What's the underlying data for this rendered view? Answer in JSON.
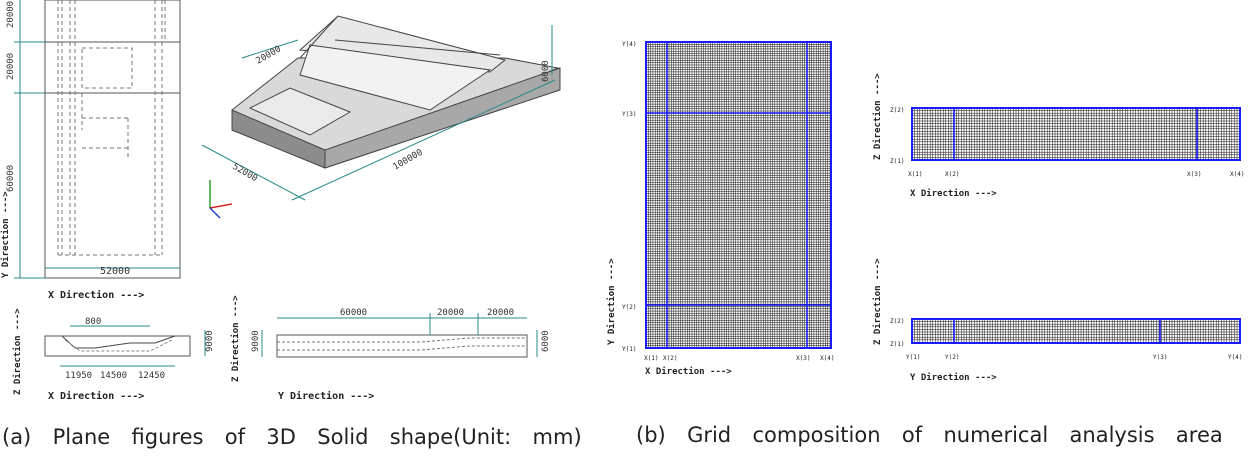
{
  "panel_a": {
    "caption": "(a)  Plane  figures  of  3D  Solid  shape(Unit:  mm)",
    "dims": {
      "top1": "20000",
      "top2": "20000",
      "left": "60000",
      "width": "52000",
      "iso_a": "20000",
      "iso_b": "52000",
      "iso_c": "100000",
      "iso_h": "6000",
      "sec_top": "800",
      "sec_b1": "11950",
      "sec_b2": "14500",
      "sec_b3": "12450",
      "sec_h": "9000",
      "long1": "60000",
      "long2": "20000",
      "long3": "20000",
      "long_h": "9000",
      "long_h2": "6000"
    },
    "axis_labels": {
      "x_dir": "X Direction --->",
      "y_dir": "Y Direction --->",
      "z_dir": "Z Direction --->",
      "x_dir2": "X Direction --->",
      "y_dir2": "Y Direction --->",
      "z_dir2": "Z Direction --->"
    }
  },
  "panel_b": {
    "caption": "(b)  Grid  composition  of  numerical  analysis  area",
    "main_grid": {
      "y_labels": [
        "Y(4)",
        "Y(3)",
        "Y(2)",
        "Y(1)"
      ],
      "x_labels": [
        "X(1)",
        "X(2)",
        "X(3)",
        "X(4)"
      ],
      "x_axis": "X Direction --->",
      "y_axis": "Y Direction --->"
    },
    "xz_grid": {
      "z_labels": [
        "Z(2)",
        "Z(1)"
      ],
      "x_labels": [
        "X(1)",
        "X(2)",
        "X(3)",
        "X(4)"
      ],
      "x_axis": "X Direction --->",
      "z_axis": "Z Direction --->"
    },
    "yz_grid": {
      "z_labels": [
        "Z(2)",
        "Z(1)"
      ],
      "y_labels": [
        "Y(1)",
        "Y(2)",
        "Y(3)",
        "Y(4)"
      ],
      "y_axis": "Y Direction --->",
      "z_axis": "Z Direction --->"
    }
  },
  "colors": {
    "grid_line": "#111111",
    "grid_boundary": "#1a1aff",
    "drawing": "#555555"
  }
}
